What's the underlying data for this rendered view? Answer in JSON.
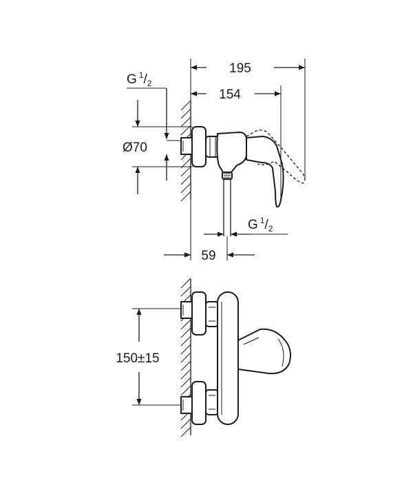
{
  "top_view": {
    "dim_overall": "195",
    "dim_spout": "154",
    "dim_offset": "59",
    "dim_diameter": "Ø70",
    "thread_left": {
      "base": "G",
      "sup": "1",
      "sub": "2"
    },
    "thread_right": {
      "base": "G",
      "sup": "1",
      "sub": "2"
    }
  },
  "front_view": {
    "dim_centers": "150±15"
  }
}
